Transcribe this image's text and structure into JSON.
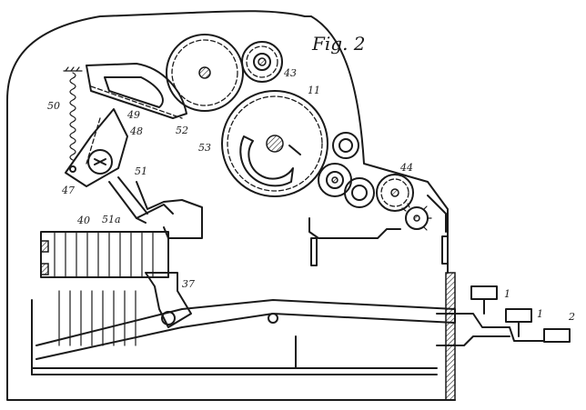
{
  "figure_title": "Fig. 2",
  "labels": {
    "l50": "50",
    "l49": "49",
    "l48": "48",
    "l47": "47",
    "l51": "51",
    "l51a": "51a",
    "l40": "40",
    "l52": "52",
    "l53": "53",
    "l11": "11",
    "l43": "43",
    "l44": "44",
    "l37": "37",
    "l1a": "1",
    "l1b": "1",
    "l2": "2"
  },
  "colors": {
    "ink": "#1a1a1a",
    "paper": "#ffffff"
  }
}
